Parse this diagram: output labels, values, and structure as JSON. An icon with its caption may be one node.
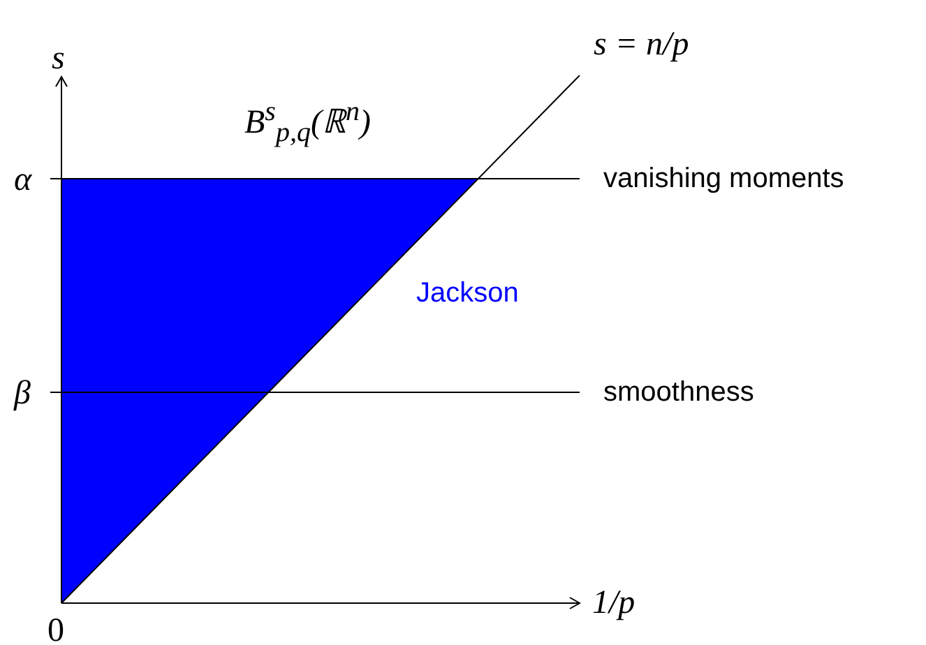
{
  "diagram": {
    "labels": [
      "s = n/p",
      "s",
      "B$^{s}$$_{p,q}$(ℝ$^{n}$)",
      "α",
      "vanishing moments",
      "Jackson",
      "β",
      "smoothness",
      "1/p",
      "0"
    ]
  }
}
